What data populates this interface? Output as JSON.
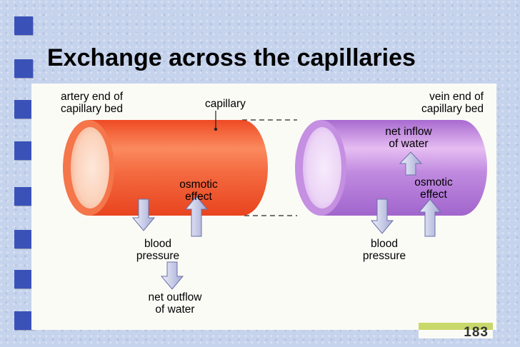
{
  "slide": {
    "title": "Exchange across the capillaries",
    "bullet_color": "#3a52b8"
  },
  "diagram": {
    "labels": {
      "artery_end": "artery end of capillary bed",
      "artery_end_line1": "artery end of",
      "artery_end_line2": "capillary bed",
      "capillary": "capillary",
      "vein_end_line1": "vein end of",
      "vein_end_line2": "capillary bed",
      "net_inflow_line1": "net inflow",
      "net_inflow_line2": "of water",
      "osmotic_left_line1": "osmotic",
      "osmotic_left_line2": "effect",
      "osmotic_right_line1": "osmotic",
      "osmotic_right_line2": "effect",
      "blood_pressure_left_line1": "blood",
      "blood_pressure_left_line2": "pressure",
      "blood_pressure_right_line1": "blood",
      "blood_pressure_right_line2": "pressure",
      "net_outflow_line1": "net outflow",
      "net_outflow_line2": "of water"
    },
    "colors": {
      "artery": "#f2572d",
      "vein": "#b77ad8",
      "arrow": "#a8aed6"
    },
    "page_number": "183"
  }
}
